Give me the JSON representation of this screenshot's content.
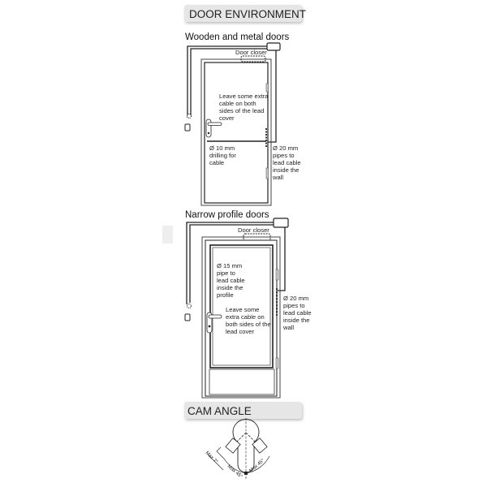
{
  "sections": {
    "door_environment": "DOOR ENVIRONMENT",
    "cam_angle": "CAM ANGLE"
  },
  "wooden": {
    "title": "Wooden and metal doors",
    "door_closer": "Door closer",
    "leave_cable": [
      "Leave some extra",
      "cable on both",
      "sides of the lead",
      "cover"
    ],
    "drilling": [
      "Ø  10  mm",
      "drilling  for",
      "cable"
    ],
    "pipes": [
      "Ø 20 mm",
      "pipes to",
      "lead cable",
      "inside the",
      "wall"
    ]
  },
  "narrow": {
    "title": "Narrow profile doors",
    "door_closer": "Door closer",
    "profile_pipe": [
      "Ø 15 mm",
      "pipe to",
      "lead cable",
      "inside the",
      "profile"
    ],
    "leave_cable": [
      "Leave some",
      "extra cable on",
      "both sides of the",
      "lead cover"
    ],
    "pipes": [
      "Ø 20 mm",
      "pipes to",
      "lead cable",
      "inside the",
      "wall"
    ]
  },
  "cam": {
    "max_small": "Max 7°",
    "max_left": "Max 45°",
    "max_right": "Max 45°"
  }
}
